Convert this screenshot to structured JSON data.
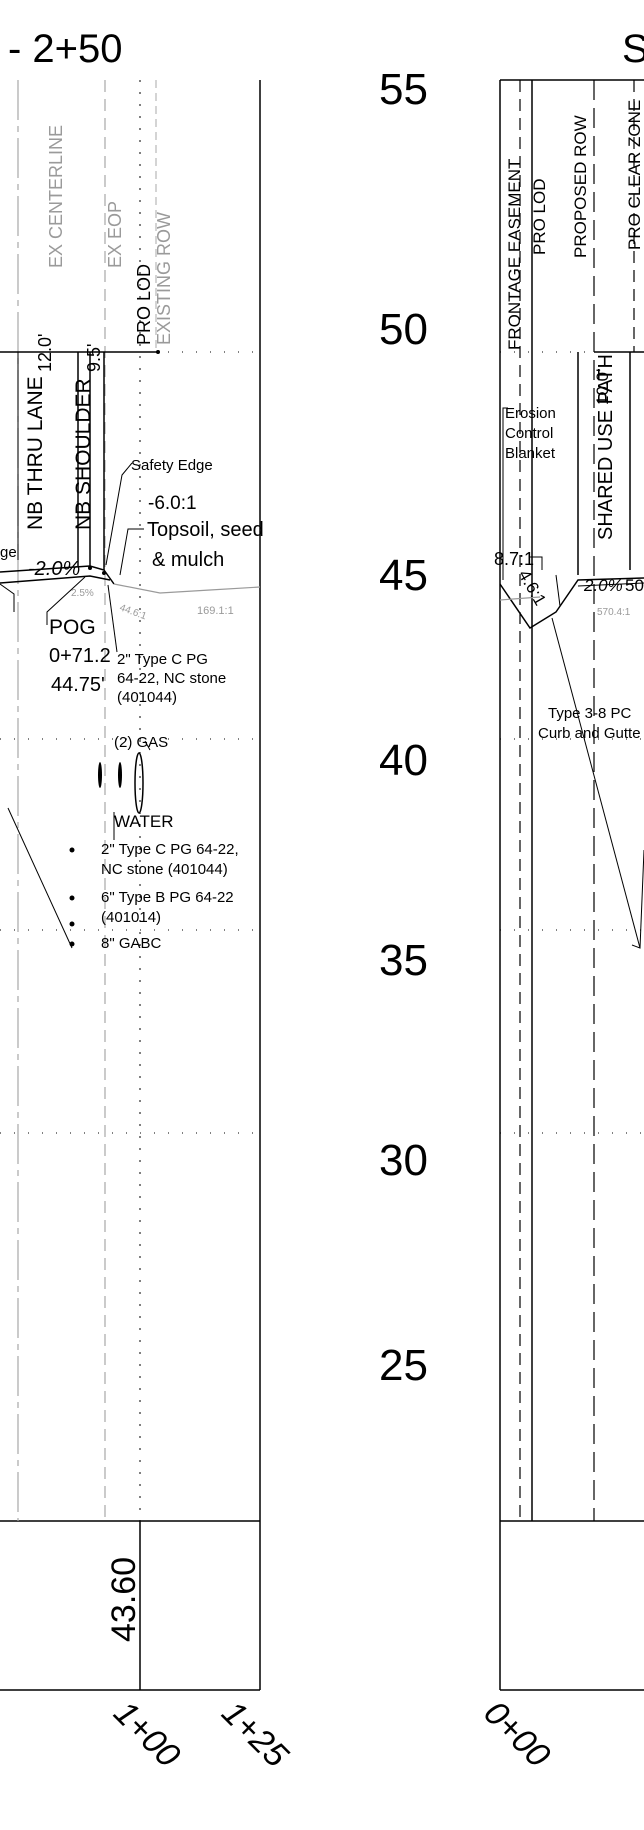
{
  "sheet": {
    "station_title_left": "- 2+50",
    "station_title_right": "S"
  },
  "elevation_labels": [
    "55",
    "50",
    "45",
    "40",
    "35",
    "30",
    "25"
  ],
  "bottom_stations_left": [
    "1+00",
    "1+25"
  ],
  "bottom_stations_right": [
    "0+00"
  ],
  "left_panel": {
    "vertical_labels": {
      "ex_centerline": "EX CENTERLINE",
      "ex_eop": "EX EOP",
      "pro_lod": "PRO LOD",
      "existing_row": "EXISTING ROW",
      "nb_thru_lane": "NB THRU LANE",
      "nb_shoulder": "NB SHOULDER",
      "dim_lane": "12.0'",
      "dim_shoulder": "9.5'"
    },
    "safety_edge": "Safety Edge",
    "slope_6": "-6.0:1",
    "topsoil_1": "Topsoil, seed",
    "topsoil_2": "& mulch",
    "cut_edge": "ge",
    "lane_slope": "-2.0%",
    "shoulder_slope_small": "2.5%",
    "slope_446": "44.6:1",
    "slope_169": "169.1:1",
    "pog": "POG",
    "pog_station": "0+71.2",
    "pog_offset": "44.75'",
    "pavement_1_l1": "2\" Type C PG",
    "pavement_1_l2": "64-22, NC stone",
    "pavement_1_l3": "(401044)",
    "gas": "(2) GAS",
    "water": "WATER",
    "bullets": [
      "2\" Type C PG 64-22,",
      "NC stone (401044)",
      "6\" Type B PG 64-22",
      "(401014)",
      "8\" GABC"
    ],
    "bottom_value": "43.60"
  },
  "right_panel": {
    "vertical_labels": {
      "frontage_easement": "FRONTAGE EASEMENT",
      "pro_lod": "PRO LOD",
      "proposed_row": "PROPOSED ROW",
      "pro_clear_zone": "PRO CLEAR ZONE",
      "shared_use_path": "SHARED USE PATH",
      "dim_path": "10.0'"
    },
    "erosion_1": "Erosion",
    "erosion_2": "Control",
    "erosion_3": "Blanket",
    "slope_87": "8.7:1",
    "slope_46": "4.6:1",
    "path_slope": "2.0%",
    "path_slope_2": "50",
    "slope_small": "570.4:1",
    "curb_1": "Type 3-8 PC",
    "curb_2": "Curb and Gutte"
  },
  "colors": {
    "line": "#000000",
    "gray_line": "#9a9a9a",
    "centerline_gray": "#a8a8a8"
  }
}
